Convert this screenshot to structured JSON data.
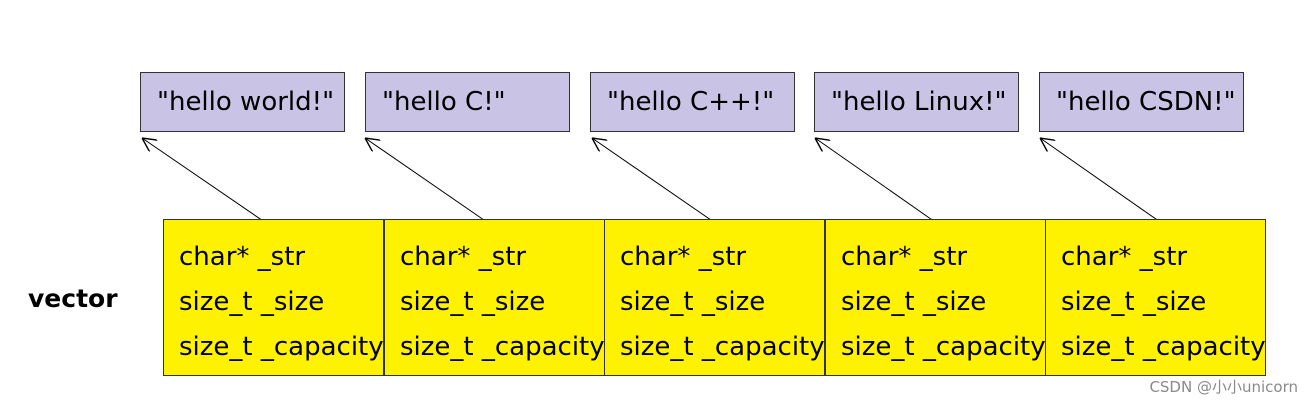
{
  "strings": [
    "\"hello world!\"",
    "\"hello C!\"",
    "\"hello C++!\"",
    "\"hello Linux!\"",
    "\"hello CSDN!\""
  ],
  "vector": {
    "label": "vector",
    "fields": [
      "char* _str",
      "size_t _size",
      "size_t _capacity"
    ]
  },
  "watermark": "CSDN @小小unicorn",
  "colors": {
    "string_box": "#c9c3e6",
    "vector_cell": "#fff200",
    "border": "#333333"
  }
}
